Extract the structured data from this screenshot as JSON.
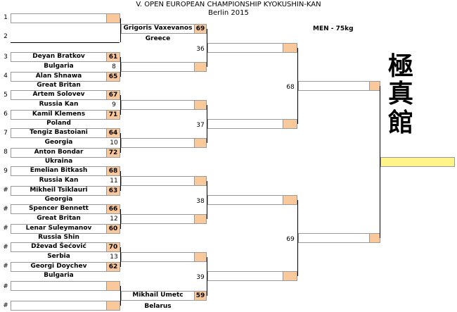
{
  "header": {
    "title": "V. OPEN EUROPEAN CHAMPIONSHIP KYOKUSHIN-KAN",
    "subtitle": "Berlin 2015",
    "category": "MEN - 75kg"
  },
  "seeds": [
    "1",
    "2",
    "3",
    "4",
    "5",
    "6",
    "7",
    "8",
    "9",
    "#",
    "#",
    "#",
    "#",
    "#",
    "#",
    "#"
  ],
  "round1": {
    "winners": [
      {
        "name": "Deyan Bratkov",
        "score": "61"
      },
      {
        "name": "Alan Shnawa",
        "score": "65"
      },
      {
        "name": "Artem Solovev",
        "score": "67"
      },
      {
        "name": "Kamil  Klemens",
        "score": "71"
      },
      {
        "name": "Tengiz Bastoiani",
        "score": "64"
      },
      {
        "name": "Anton Bondar",
        "score": "72"
      },
      {
        "name": "Emelian Bitkash",
        "score": "68"
      },
      {
        "name": "Mikheil  Tsiklauri",
        "score": "63"
      },
      {
        "name": "Spencer Bennett",
        "score": "66"
      },
      {
        "name": "Lenar Suleymanov",
        "score": "60"
      },
      {
        "name": "Dževad Šećović",
        "score": "70"
      },
      {
        "name": "Georgi Doychev",
        "score": "62"
      }
    ],
    "countries": [
      "Bulgaria",
      "Great Britan",
      "Russia Kan",
      "Poland",
      "Georgia",
      "Ukraina",
      "Russia Kan",
      "Georgia",
      "Great Britan",
      "Russia Shin",
      "Serbia",
      "Bulgaria"
    ],
    "match_numbers": [
      "8",
      "9",
      "10",
      "11",
      "12",
      "13"
    ]
  },
  "round2": {
    "top": {
      "name": "Grigoris Vaxevanos",
      "score": "69",
      "country": "Greece"
    },
    "bottom": {
      "name": "Mikhail  Umetc",
      "score": "59",
      "country": "Belarus"
    },
    "match_numbers": [
      "36",
      "37",
      "38",
      "39"
    ]
  },
  "round3": {
    "match_numbers": [
      "68",
      "69"
    ]
  },
  "logo": {
    "glyphs": [
      "極",
      "真",
      "館"
    ]
  },
  "colors": {
    "score_fill": "#f9c89b",
    "winner_fill": "#fff48a",
    "box_border": "#9a9a9a"
  }
}
